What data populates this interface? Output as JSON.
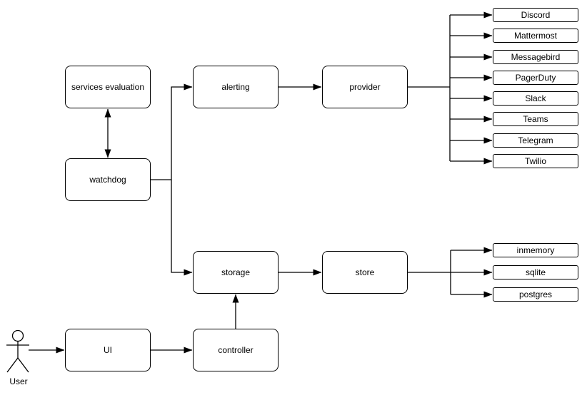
{
  "diagram": {
    "nodes": {
      "services_evaluation": {
        "label": "services evaluation"
      },
      "watchdog": {
        "label": "watchdog"
      },
      "alerting": {
        "label": "alerting"
      },
      "provider": {
        "label": "provider"
      },
      "storage": {
        "label": "storage"
      },
      "store": {
        "label": "store"
      },
      "ui": {
        "label": "UI"
      },
      "controller": {
        "label": "controller"
      }
    },
    "provider_options": [
      "Discord",
      "Mattermost",
      "Messagebird",
      "PagerDuty",
      "Slack",
      "Teams",
      "Telegram",
      "Twilio"
    ],
    "store_options": [
      "inmemory",
      "sqlite",
      "postgres"
    ],
    "actor": {
      "label": "User"
    },
    "colors": {
      "stroke": "#000000",
      "background": "#ffffff"
    }
  }
}
